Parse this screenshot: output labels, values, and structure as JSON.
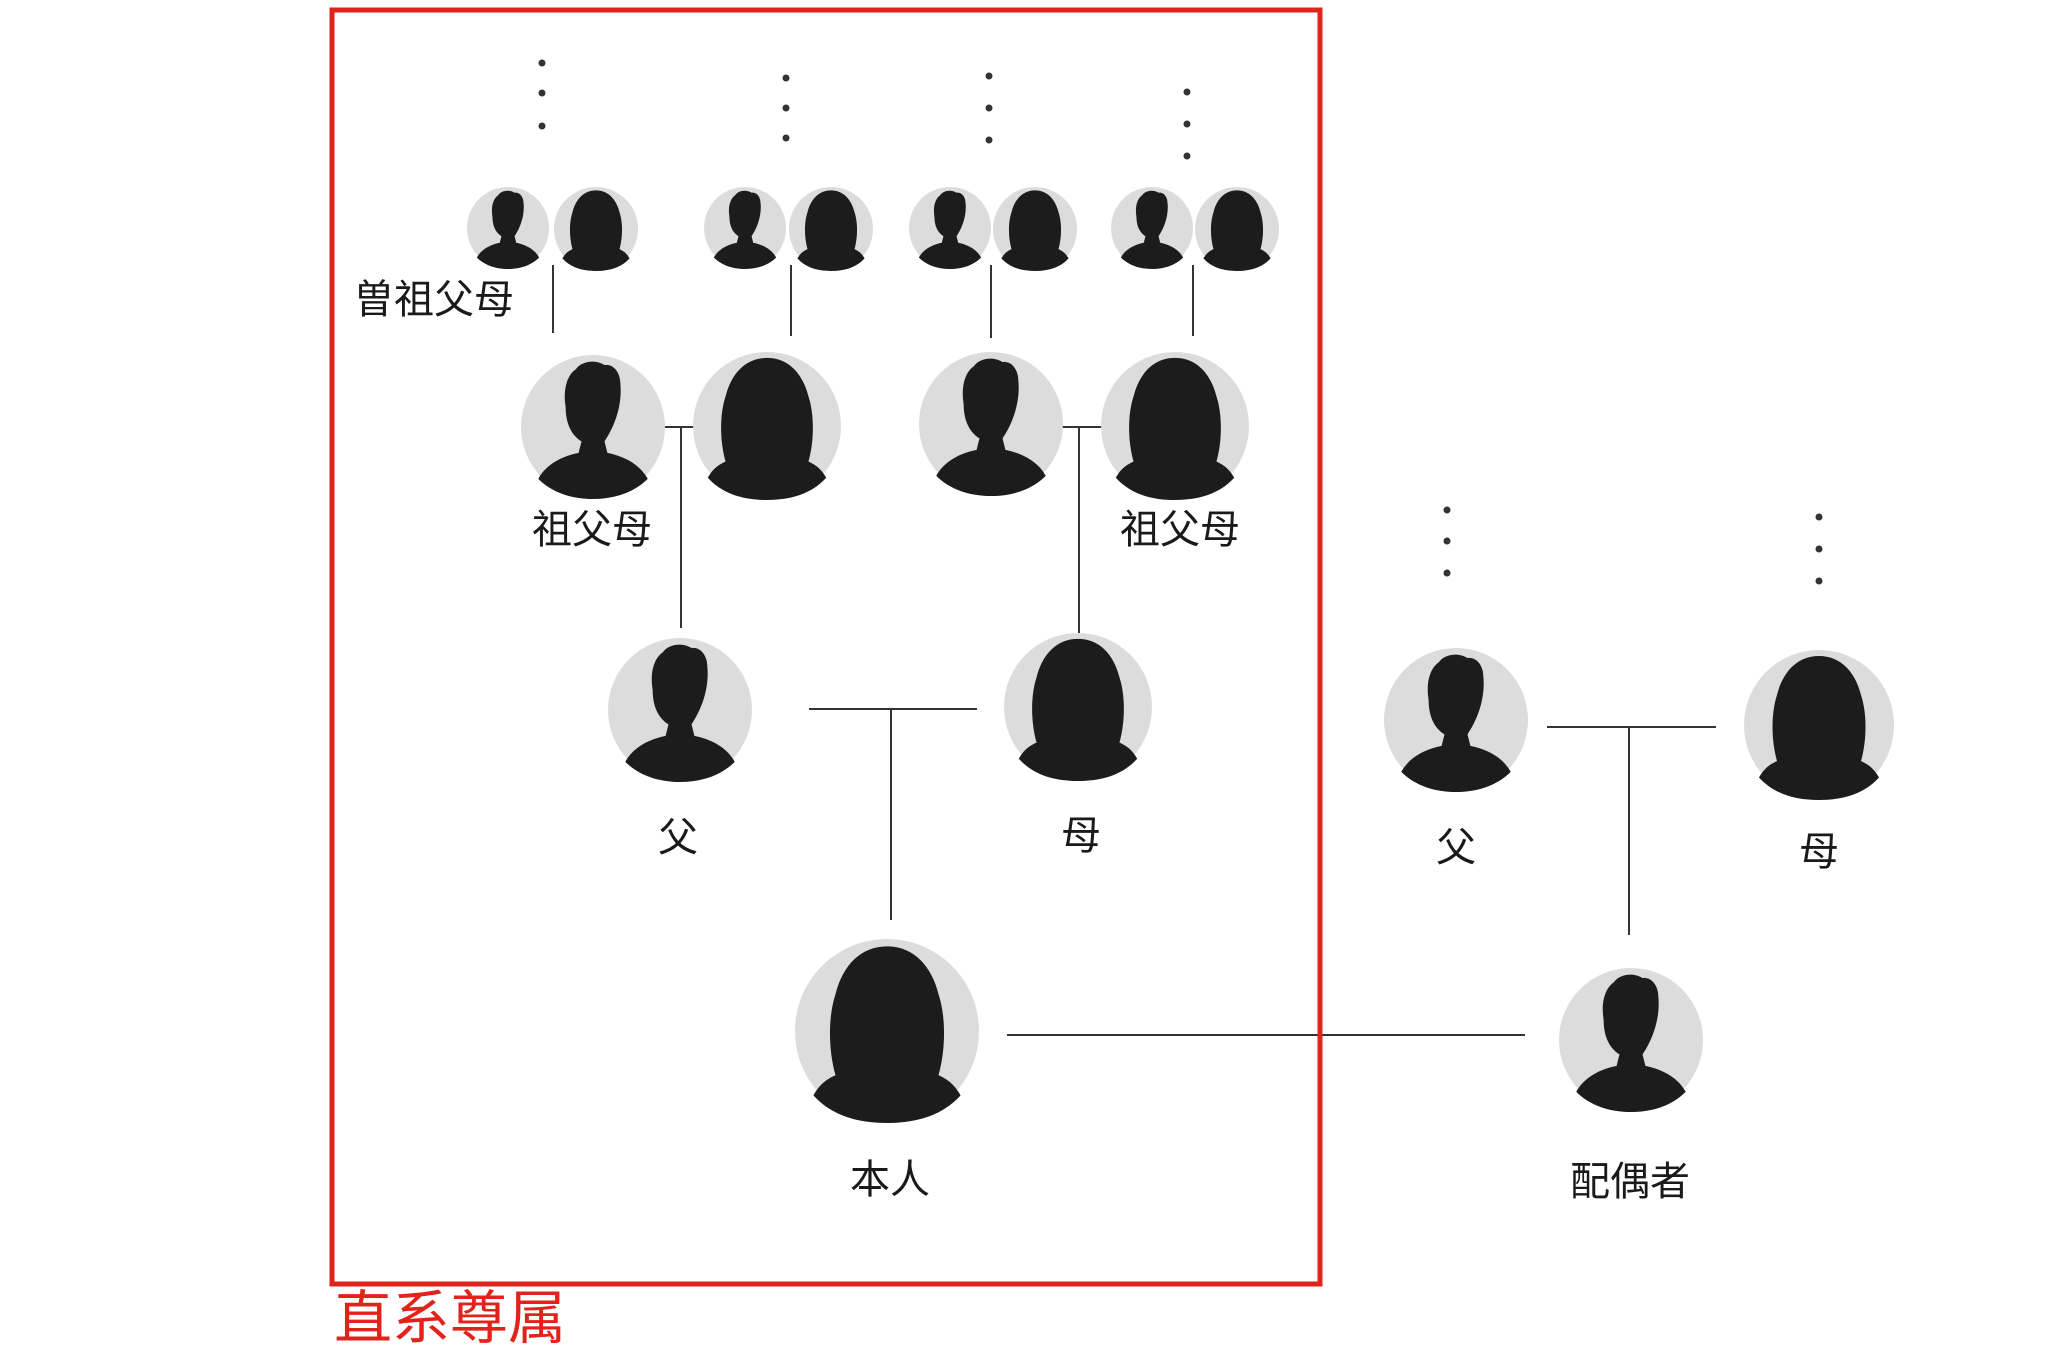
{
  "labels": {
    "great_grandparents": "曽祖父母",
    "paternal_grandparents": "祖父母",
    "maternal_grandparents": "祖父母",
    "father": "父",
    "mother": "母",
    "self": "本人",
    "spouse_father": "父",
    "spouse_mother": "母",
    "spouse": "配偶者"
  },
  "highlight": {
    "caption": "直系尊属",
    "color": "#e0241b"
  },
  "colors": {
    "silhouette": "#1c1c1c",
    "avatar_bg": "#dcdcdc",
    "line": "#333333"
  },
  "icons": {
    "male": "male-person-icon",
    "female": "female-person-icon",
    "continuation": "vertical-ellipsis-icon"
  }
}
